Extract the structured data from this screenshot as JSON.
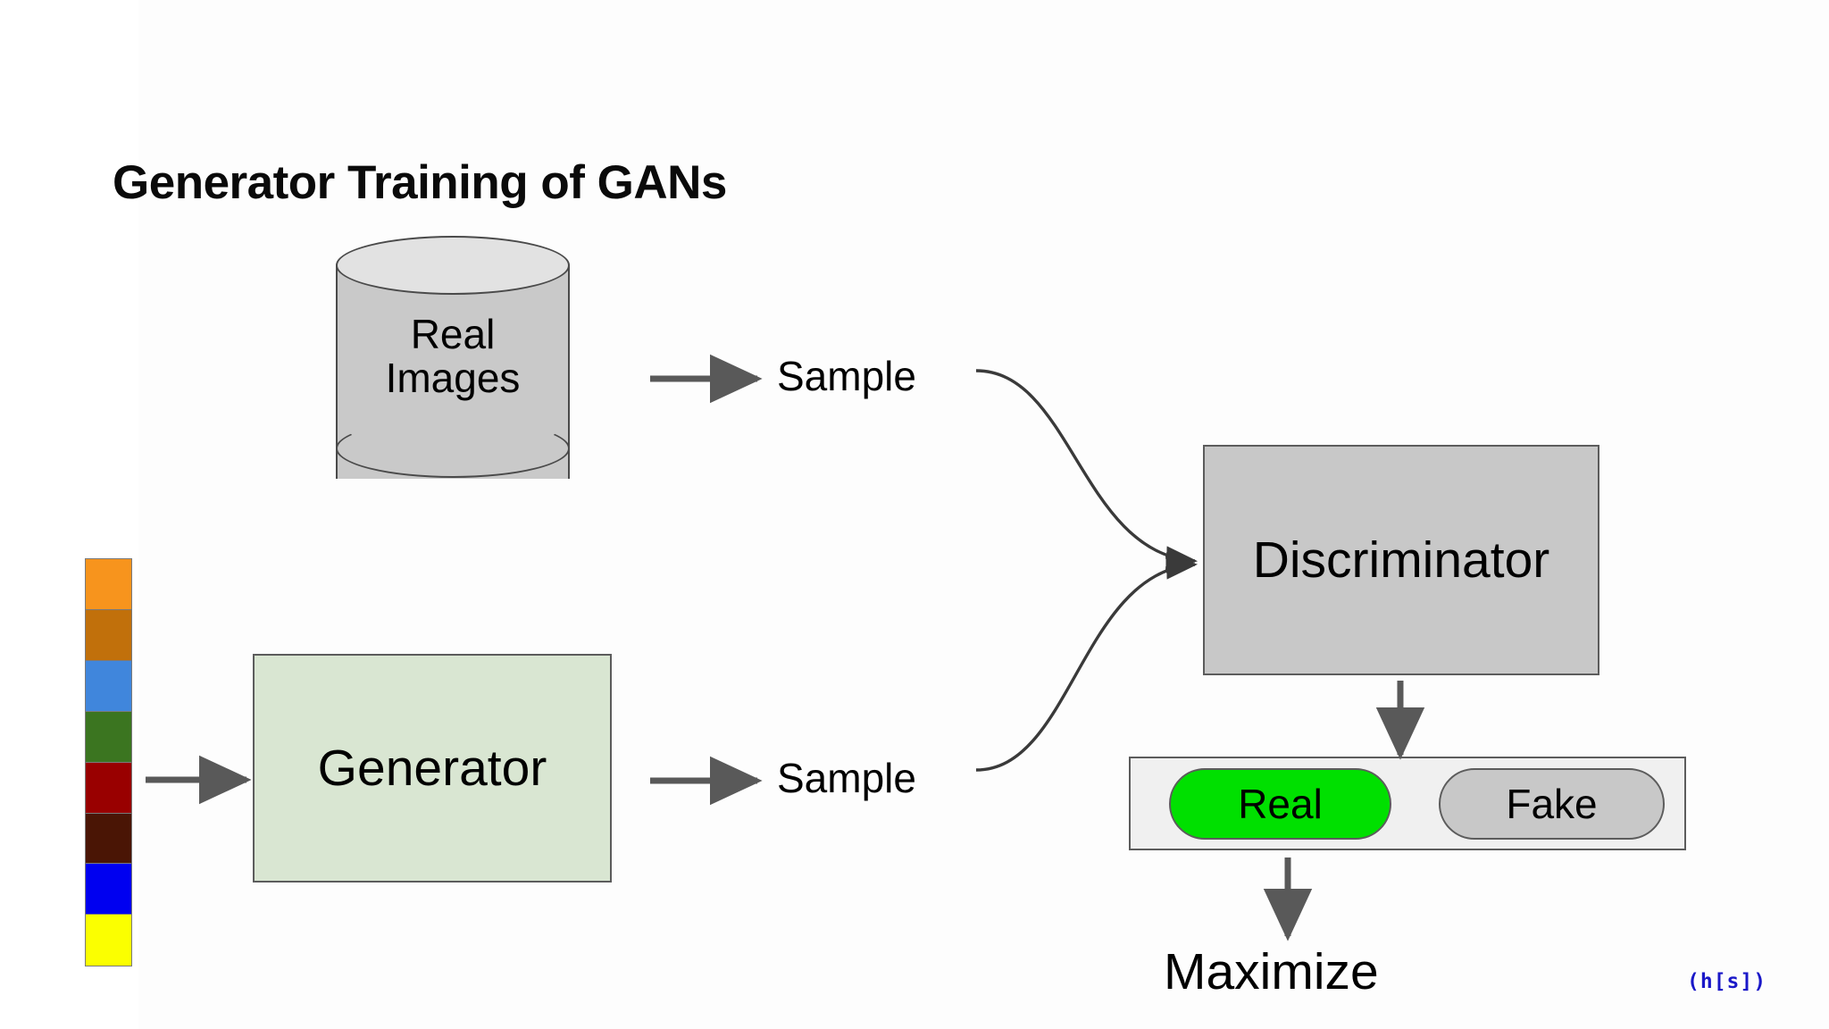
{
  "slide": {
    "title": "Generator Training of GANs",
    "background_color": "#ffffff",
    "annotation": "(h[s])",
    "annotation_color": "#1a18c8"
  },
  "datastore": {
    "name": "real-images-datastore",
    "label_line1": "Real",
    "label_line2": "Images",
    "fill_color": "#c9c9c9",
    "top_fill_color": "#e2e2e2"
  },
  "noise_strip": {
    "name": "latent-noise-vector",
    "swatches": [
      {
        "index": 1,
        "color": "#F7941D"
      },
      {
        "index": 2,
        "color": "#C1700B"
      },
      {
        "index": 3,
        "color": "#4086DC"
      },
      {
        "index": 4,
        "color": "#3B7520"
      },
      {
        "index": 5,
        "color": "#990000"
      },
      {
        "index": 6,
        "color": "#4A1505"
      },
      {
        "index": 7,
        "color": "#0000F0"
      },
      {
        "index": 8,
        "color": "#FBFF00"
      }
    ]
  },
  "blocks": {
    "generator": {
      "label": "Generator",
      "fill_color": "#d9e6d2",
      "border_color": "#5c5c5c"
    },
    "discriminator": {
      "label": "Discriminator",
      "fill_color": "#c8c8c8",
      "border_color": "#5c5c5c"
    }
  },
  "flow_labels": {
    "sample_from_real": "Sample",
    "sample_from_generator": "Sample"
  },
  "decision_bar": {
    "name": "discriminator-output",
    "bar_fill_color": "#f0f0f0",
    "options": [
      {
        "label": "Real",
        "selected": true,
        "color": "#00e000"
      },
      {
        "label": "Fake",
        "selected": false,
        "color": "#c8c8c8"
      }
    ]
  },
  "objective": {
    "label": "Maximize"
  },
  "arrows": {
    "color": "#595959",
    "curve_color": "#3a3a3a"
  }
}
